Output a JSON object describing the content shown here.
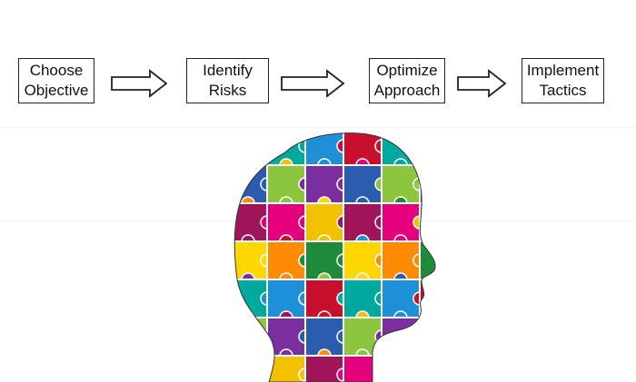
{
  "steps": [
    {
      "label": "Choose\nObjective"
    },
    {
      "label": "Identify\nRisks"
    },
    {
      "label": "Optimize\nApproach"
    },
    {
      "label": "Implement\nTactics"
    }
  ],
  "colors": {
    "outline": "#222222",
    "puzzle": [
      "#c8102e",
      "#1e8b3a",
      "#f2c200",
      "#7b2f9e",
      "#1e90d8",
      "#ff8c00",
      "#e4007c",
      "#8cc63f",
      "#00a99d",
      "#ffd700",
      "#a0145a",
      "#2a5db0"
    ]
  }
}
